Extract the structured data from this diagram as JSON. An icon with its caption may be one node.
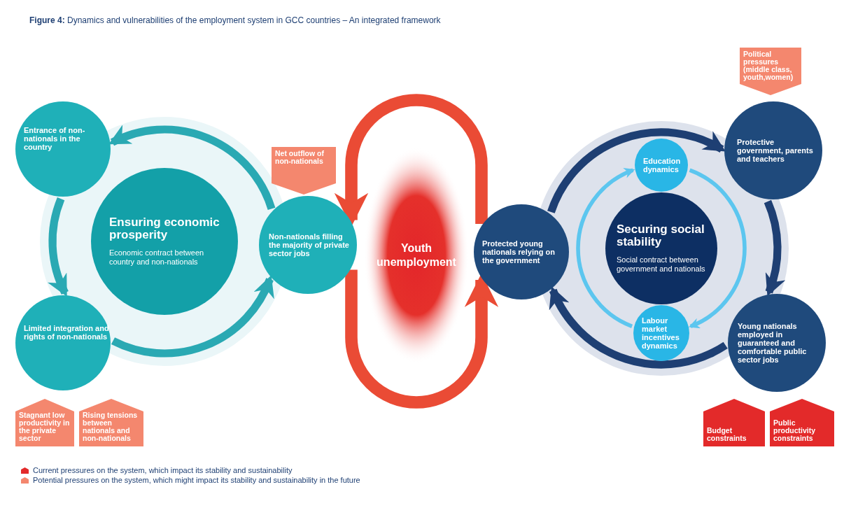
{
  "diagram": {
    "title": "**Figure 4:** Dynamics and vulnerabilities of the employment system in GCC countries – An integrated framework",
    "nodes": [
      {
        "text": [
          "Entrance of non-nationals in the country"
        ]
      },
      {
        "text": [
          "Ensuring economic prosperity",
          "Economic contract between country and non-nationals"
        ]
      },
      {
        "text": [
          "Limited integration and rights of non-nationals"
        ]
      },
      {
        "text": [
          "Stagnant low productivity in the private sector"
        ]
      },
      {
        "text": [
          "Rising tensions between nationals and non-nationals"
        ]
      },
      {
        "text": [
          "Net outflow of non-nationals"
        ]
      },
      {
        "text": [
          "Non-nationals filling the majority of private sector jobs"
        ]
      },
      {
        "text": [
          "Youth unemployment"
        ]
      },
      {
        "text": [
          "Protected young nationals relying on the government"
        ]
      },
      {
        "text": [
          "Securing social stability",
          "Social contract between government and nationals"
        ]
      },
      {
        "text": [
          "Education dynamics"
        ]
      },
      {
        "text": [
          "Labour market incentives dynamics"
        ]
      },
      {
        "text": [
          "Political pressures (middle class, youth,women)"
        ]
      },
      {
        "text": [
          "Protective government, parents and teachers"
        ]
      },
      {
        "text": [
          "Young nationals employed in guaranteed and comfortable public sector jobs"
        ]
      },
      {
        "text": [
          "Budget constraints"
        ]
      },
      {
        "text": [
          "Public productivity constraints"
        ]
      }
    ],
    "edges": [
      {
        "from": 6,
        "to": 0,
        "arrow": "to",
        "color": "#2aa9b3"
      },
      {
        "from": 0,
        "to": 2,
        "arrow": "to",
        "color": "#2aa9b3"
      },
      {
        "from": 2,
        "to": 6,
        "arrow": "to",
        "color": "#2aa9b3"
      },
      {
        "from": 8,
        "to": 6,
        "arrow": "to",
        "color": "#ea4b35"
      },
      {
        "from": 6,
        "to": 8,
        "arrow": "to",
        "color": "#ea4b35"
      },
      {
        "from": 8,
        "to": 13,
        "arrow": "to",
        "color": "#1e3f73"
      },
      {
        "from": 13,
        "to": 14,
        "arrow": "to",
        "color": "#1e3f73"
      },
      {
        "from": 14,
        "to": 8,
        "arrow": "to",
        "color": "#1e3f73"
      },
      {
        "from": 11,
        "to": 10,
        "arrow": "to",
        "color": "#5cc6ef"
      },
      {
        "from": 10,
        "to": 11,
        "arrow": "to",
        "color": "#5cc6ef"
      }
    ],
    "legend": [
      {
        "text": "Current pressures on the system, which impact its stability and sustainability",
        "color": "#e32a2a"
      },
      {
        "text": "Potential pressures on the system, which might impact its stability and sustainability in the future",
        "color": "#f4876e"
      }
    ]
  }
}
